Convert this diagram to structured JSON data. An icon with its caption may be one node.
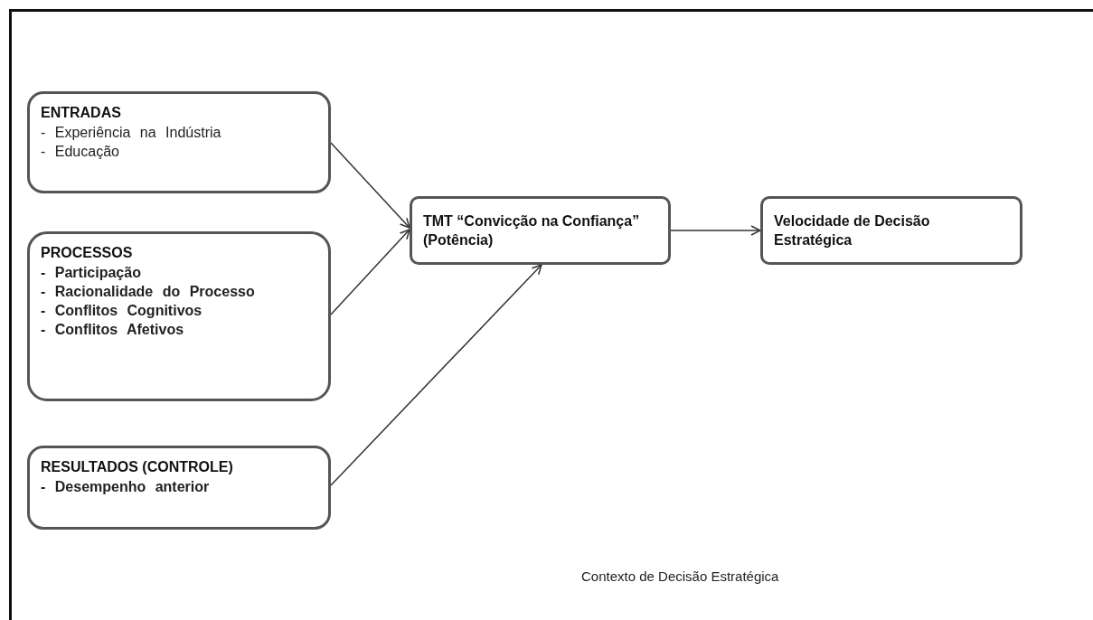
{
  "diagram": {
    "nodes": [
      {
        "text": [
          "Contexto de Decisão Estratégica"
        ]
      },
      {
        "text": [
          "ENTRADAS",
          "- Experiência na Indústria",
          "- Educação"
        ],
        "in": 0
      },
      {
        "text": [
          "PROCESSOS",
          "- Participação",
          "- Racionalidade do Processo",
          "- Conflitos Cognitivos",
          "- Conflitos Afetivos"
        ],
        "in": 0
      },
      {
        "text": [
          "RESULTADOS (CONTROLE)",
          "- Desempenho anterior"
        ],
        "in": 0
      },
      {
        "text": [
          "TMT “Convicção na Confiança” (Potência)"
        ],
        "in": 0
      },
      {
        "text": [
          "Velocidade de Decisão Estratégica"
        ],
        "in": 0
      }
    ],
    "edges": [
      {
        "from": 1,
        "to": 4,
        "arrow": "to"
      },
      {
        "from": 2,
        "to": 4,
        "arrow": "to"
      },
      {
        "from": 3,
        "to": 4,
        "arrow": "to"
      },
      {
        "from": 4,
        "to": 5,
        "arrow": "to"
      }
    ]
  }
}
